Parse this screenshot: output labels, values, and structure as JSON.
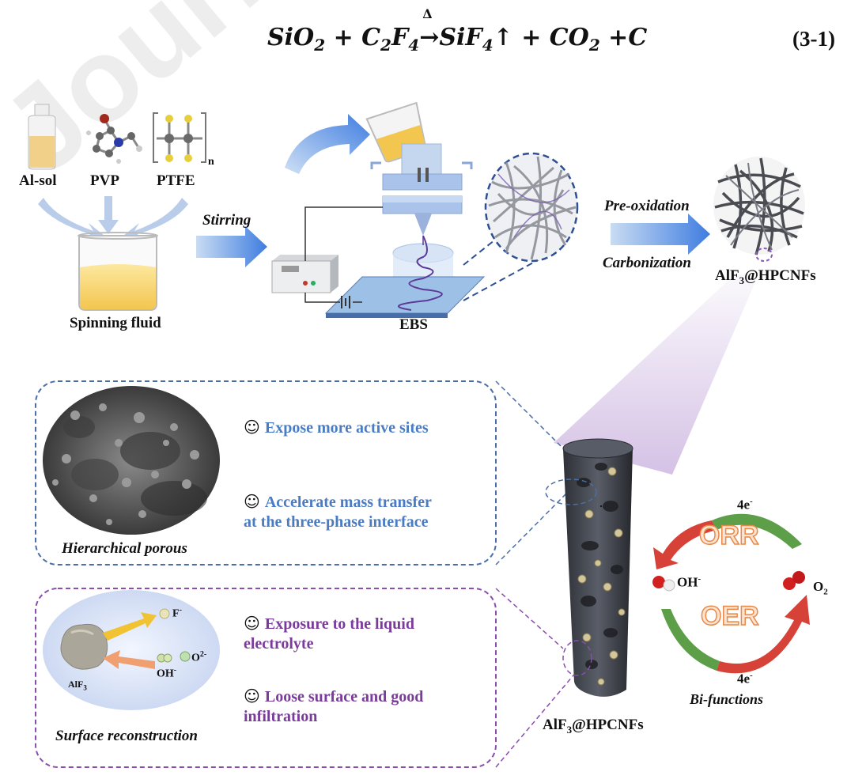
{
  "equation": {
    "lhs": "SiO",
    "sub1": "2",
    "plus1": " + C",
    "sub2": "2",
    "f": "F",
    "sub3": "4",
    "delta": "Δ",
    "arrow": "→",
    "product1": "SiF",
    "sub4": "4",
    "up": "↑",
    "plus2": " + CO",
    "sub5": "2",
    "plus3": " +C",
    "number": "(3-1)"
  },
  "materials": {
    "al_sol": "Al-sol",
    "pvp": "PVP",
    "ptfe": "PTFE",
    "ptfe_n": "n",
    "spinning_fluid": "Spinning fluid"
  },
  "process": {
    "stirring": "Stirring",
    "ebs": "EBS",
    "pre_oxidation": "Pre-oxidation",
    "carbonization": "Carbonization",
    "product_main": "AlF",
    "product_sub": "3",
    "product_rest": "@HPCNFs"
  },
  "porous_panel": {
    "smile": "☺",
    "point1": "Expose more active sites",
    "point2_line1": "Accelerate mass transfer",
    "point2_line2": "at the three-phase interface",
    "caption": "Hierarchical porous"
  },
  "surface_panel": {
    "smile": "☺",
    "point1_line1": "Exposure to the liquid",
    "point1_line2": "electrolyte",
    "point2_line1": "Loose surface and good",
    "point2_line2": "infiltration",
    "caption": "Surface reconstruction",
    "particle_label": "AlF",
    "particle_sub": "3",
    "f_ion": "F",
    "f_sup": "-",
    "o_ion": "O",
    "o_sup": "2-",
    "oh_ion": "OH",
    "oh_sup": "-"
  },
  "fiber_label": {
    "main": "AlF",
    "sub": "3",
    "rest": "@HPCNFs"
  },
  "cycle": {
    "orr": "ORR",
    "oer": "OER",
    "e_top": "4e",
    "e_bottom": "4e",
    "e_sup": "-",
    "oh": "OH",
    "oh_sup": "-",
    "o2": "O",
    "o2_sub": "2",
    "caption": "Bi-functions"
  },
  "watermark": "Journal Pre-proof",
  "colors": {
    "blue_accent": "#4a7cc3",
    "purple_accent": "#7a3b9b",
    "orr_green": "#4f9a3a",
    "orr_red": "#d23a32",
    "orr_text": "#f0a060"
  }
}
